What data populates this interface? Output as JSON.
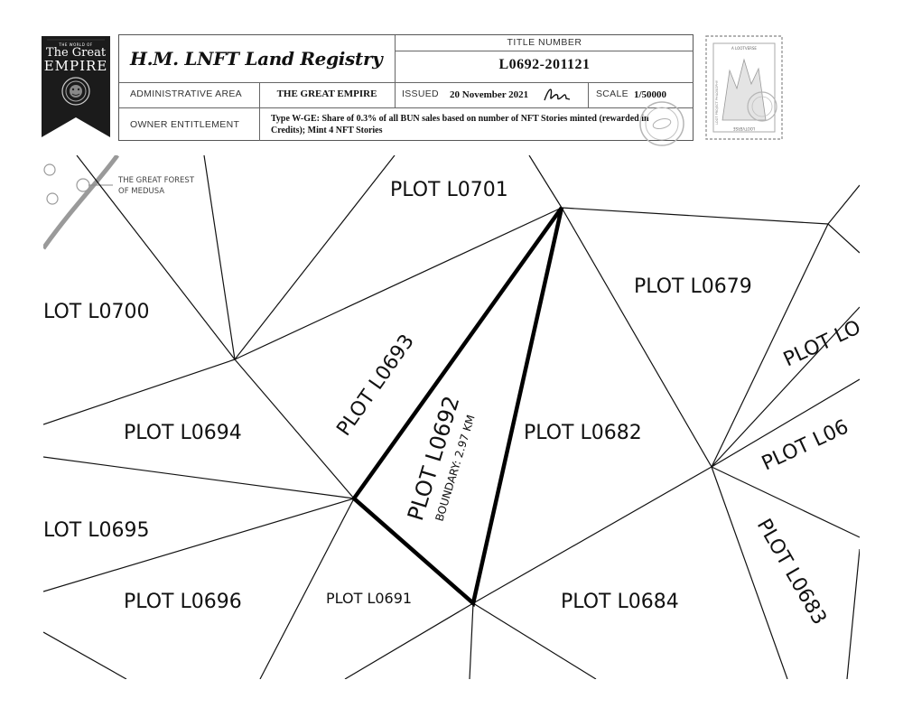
{
  "banner": {
    "tagline": "THE WORLD OF",
    "line1": "The Great",
    "line2": "EMPIRE"
  },
  "header": {
    "registry_title": "H.M. LNFT Land Registry",
    "title_number_label": "TITLE NUMBER",
    "title_number": "L0692-201121",
    "admin_area_label": "ADMINISTRATIVE AREA",
    "admin_area_value": "THE GREAT EMPIRE",
    "issued_label": "ISSUED",
    "issued_value": "20 November 2021",
    "scale_label": "SCALE",
    "scale_value": "1/50000",
    "owner_label": "OWNER ENTITLEMENT",
    "owner_value": "Type W-GE: Share of 0.3% of all BUN sales based on number of NFT Stories minted (rewarded in Credits); Mint 4 NFT Stories"
  },
  "stamp": {
    "text_top": "A LOOTVERSE",
    "text_side": "LOOT PROJECT PHILOSOPHY",
    "text_bottom": "LOOTVERSE"
  },
  "map": {
    "forest_label_1": "THE GREAT FOREST",
    "forest_label_2": "OF MEDUSA",
    "plots": {
      "l0701": "PLOT L0701",
      "l0700": "LOT L0700",
      "l0679": "PLOT L0679",
      "l0693": "PLOT L0693",
      "l0692": "PLOT L0692",
      "l0692_boundary": "BOUNDARY: 2.97 KM",
      "l0694": "PLOT L0694",
      "l0682": "PLOT L0682",
      "l0695": "LOT L0695",
      "l0696": "PLOT L0696",
      "l0691": "PLOT L0691",
      "l0684": "PLOT L0684",
      "l0683": "PLOT L0683",
      "right_top": "PLOT LO",
      "right_mid": "PLOT L06"
    }
  }
}
